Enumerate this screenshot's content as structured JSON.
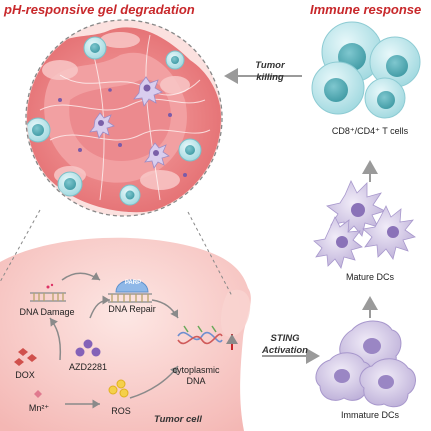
{
  "titles": {
    "left": "pH-responsive gel degradation",
    "right": "Immune response"
  },
  "arrows": {
    "tumor_killing_line1": "Tumor",
    "tumor_killing_line2": "killing",
    "sting_line1": "STING",
    "sting_line2": "Activation"
  },
  "cells": {
    "t_cells": "CD8⁺/CD4⁺ T cells",
    "mature_dcs": "Mature DCs",
    "immature_dcs": "Immature DCs"
  },
  "tumor_cell": {
    "label": "Tumor cell",
    "dna_damage": "DNA Damage",
    "dna_repair": "DNA Repair",
    "parp": "PARP",
    "dox": "DOX",
    "azd": "AZD2281",
    "mn": "Mn²⁺",
    "ros": "ROS",
    "cyto_line1": "cytoplasmic",
    "cyto_line2": "DNA"
  },
  "colors": {
    "title_red": "#c8282b",
    "tumor_pink": "#f6c9c9",
    "tcell_teal": "#8fd3dc",
    "dc_purple": "#c9bde0",
    "arrow_gray": "#9a9a9a"
  }
}
